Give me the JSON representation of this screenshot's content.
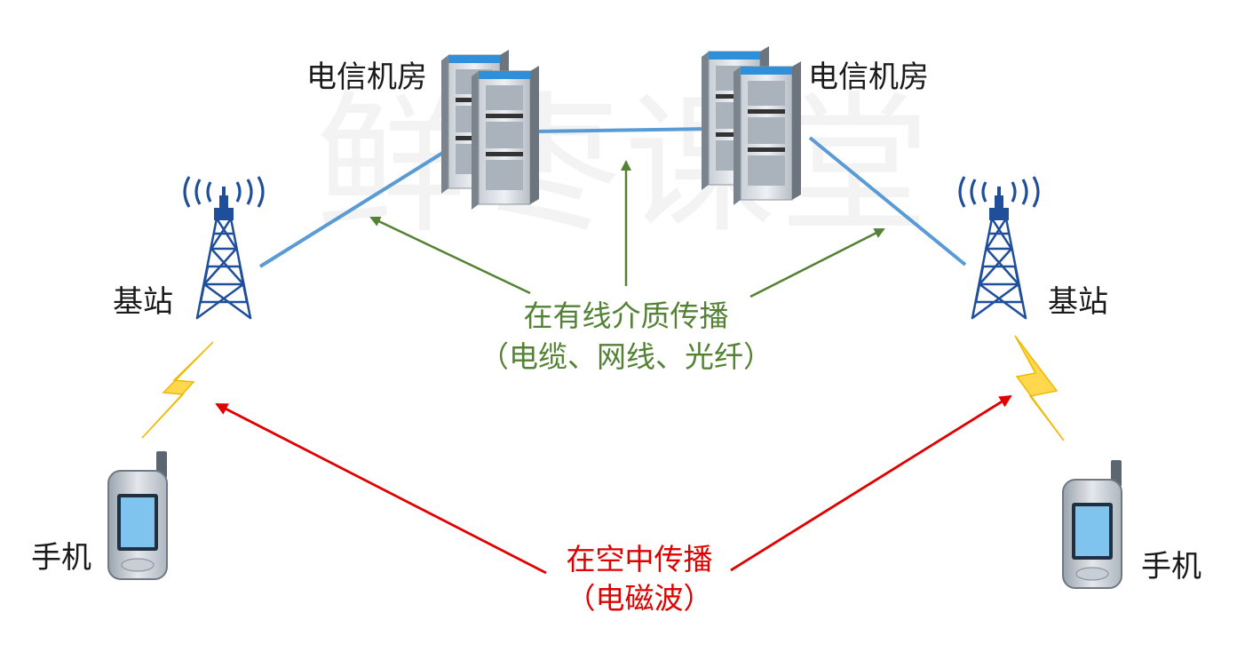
{
  "watermark": "鲜枣课堂",
  "labels": {
    "datacenter_left": "电信机房",
    "datacenter_right": "电信机房",
    "station_left": "基站",
    "station_right": "基站",
    "phone_left": "手机",
    "phone_right": "手机"
  },
  "wired": {
    "line1": "在有线介质传播",
    "line2": "（电缆、网线、光纤）"
  },
  "wireless": {
    "line1": "在空中传播",
    "line2": "（电磁波）"
  },
  "colors": {
    "link_line": "#5b9bd5",
    "wired_arrow": "#548235",
    "wireless_arrow": "#e00000",
    "tower": "#1f4e9a",
    "lightning": "#ffd84d"
  },
  "icons": [
    "server-rack-icon",
    "cell-tower-icon",
    "lightning-icon",
    "mobile-phone-icon"
  ]
}
